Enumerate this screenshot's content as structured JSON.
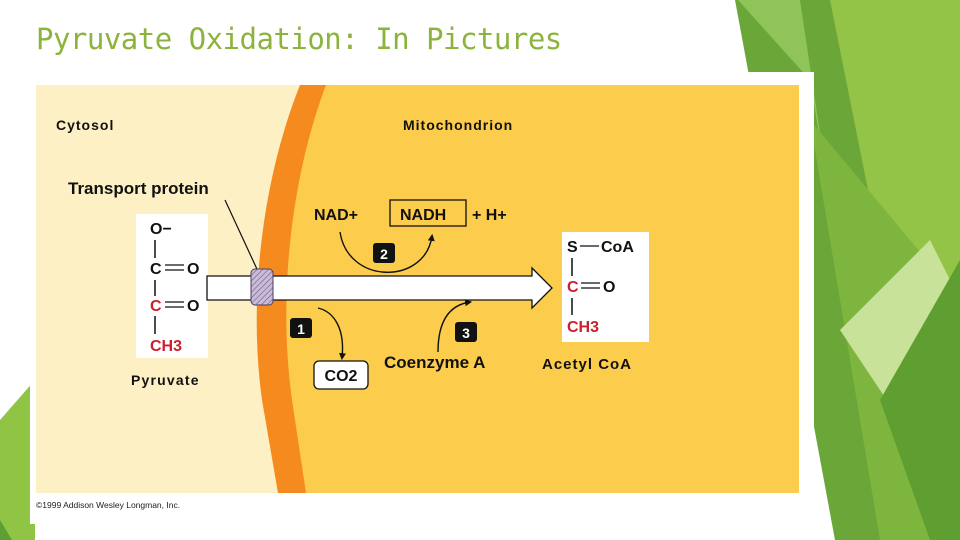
{
  "slide": {
    "title": "Pyruvate Oxidation:  In Pictures"
  },
  "diagram": {
    "cytosol_label": "Cytosol",
    "mitochondrion_label": "Mitochondrion",
    "transport_protein_label": "Transport protein",
    "pyruvate": {
      "atoms": [
        "O−",
        "C",
        "O",
        "C",
        "O",
        "CH3"
      ],
      "label": "Pyruvate"
    },
    "nad_label": "NAD+",
    "nadh_label": "NADH",
    "h_plus_label": "+ H+",
    "co2_label": "CO2",
    "coenzyme_a_label": "Coenzyme A",
    "steps": [
      "1",
      "2",
      "3"
    ],
    "acetyl_coa": {
      "atoms": [
        "S",
        "CoA",
        "C",
        "O",
        "CH3"
      ],
      "label": "Acetyl CoA"
    },
    "copyright": "©1999 Addison Wesley Longman, Inc."
  },
  "colors": {
    "title_green": "#8cb43c",
    "cytosol": "#fdf0c4",
    "matrix": "#fccc4c",
    "membrane": "#f58a1f",
    "carbon_red": "#cc1f2e"
  }
}
